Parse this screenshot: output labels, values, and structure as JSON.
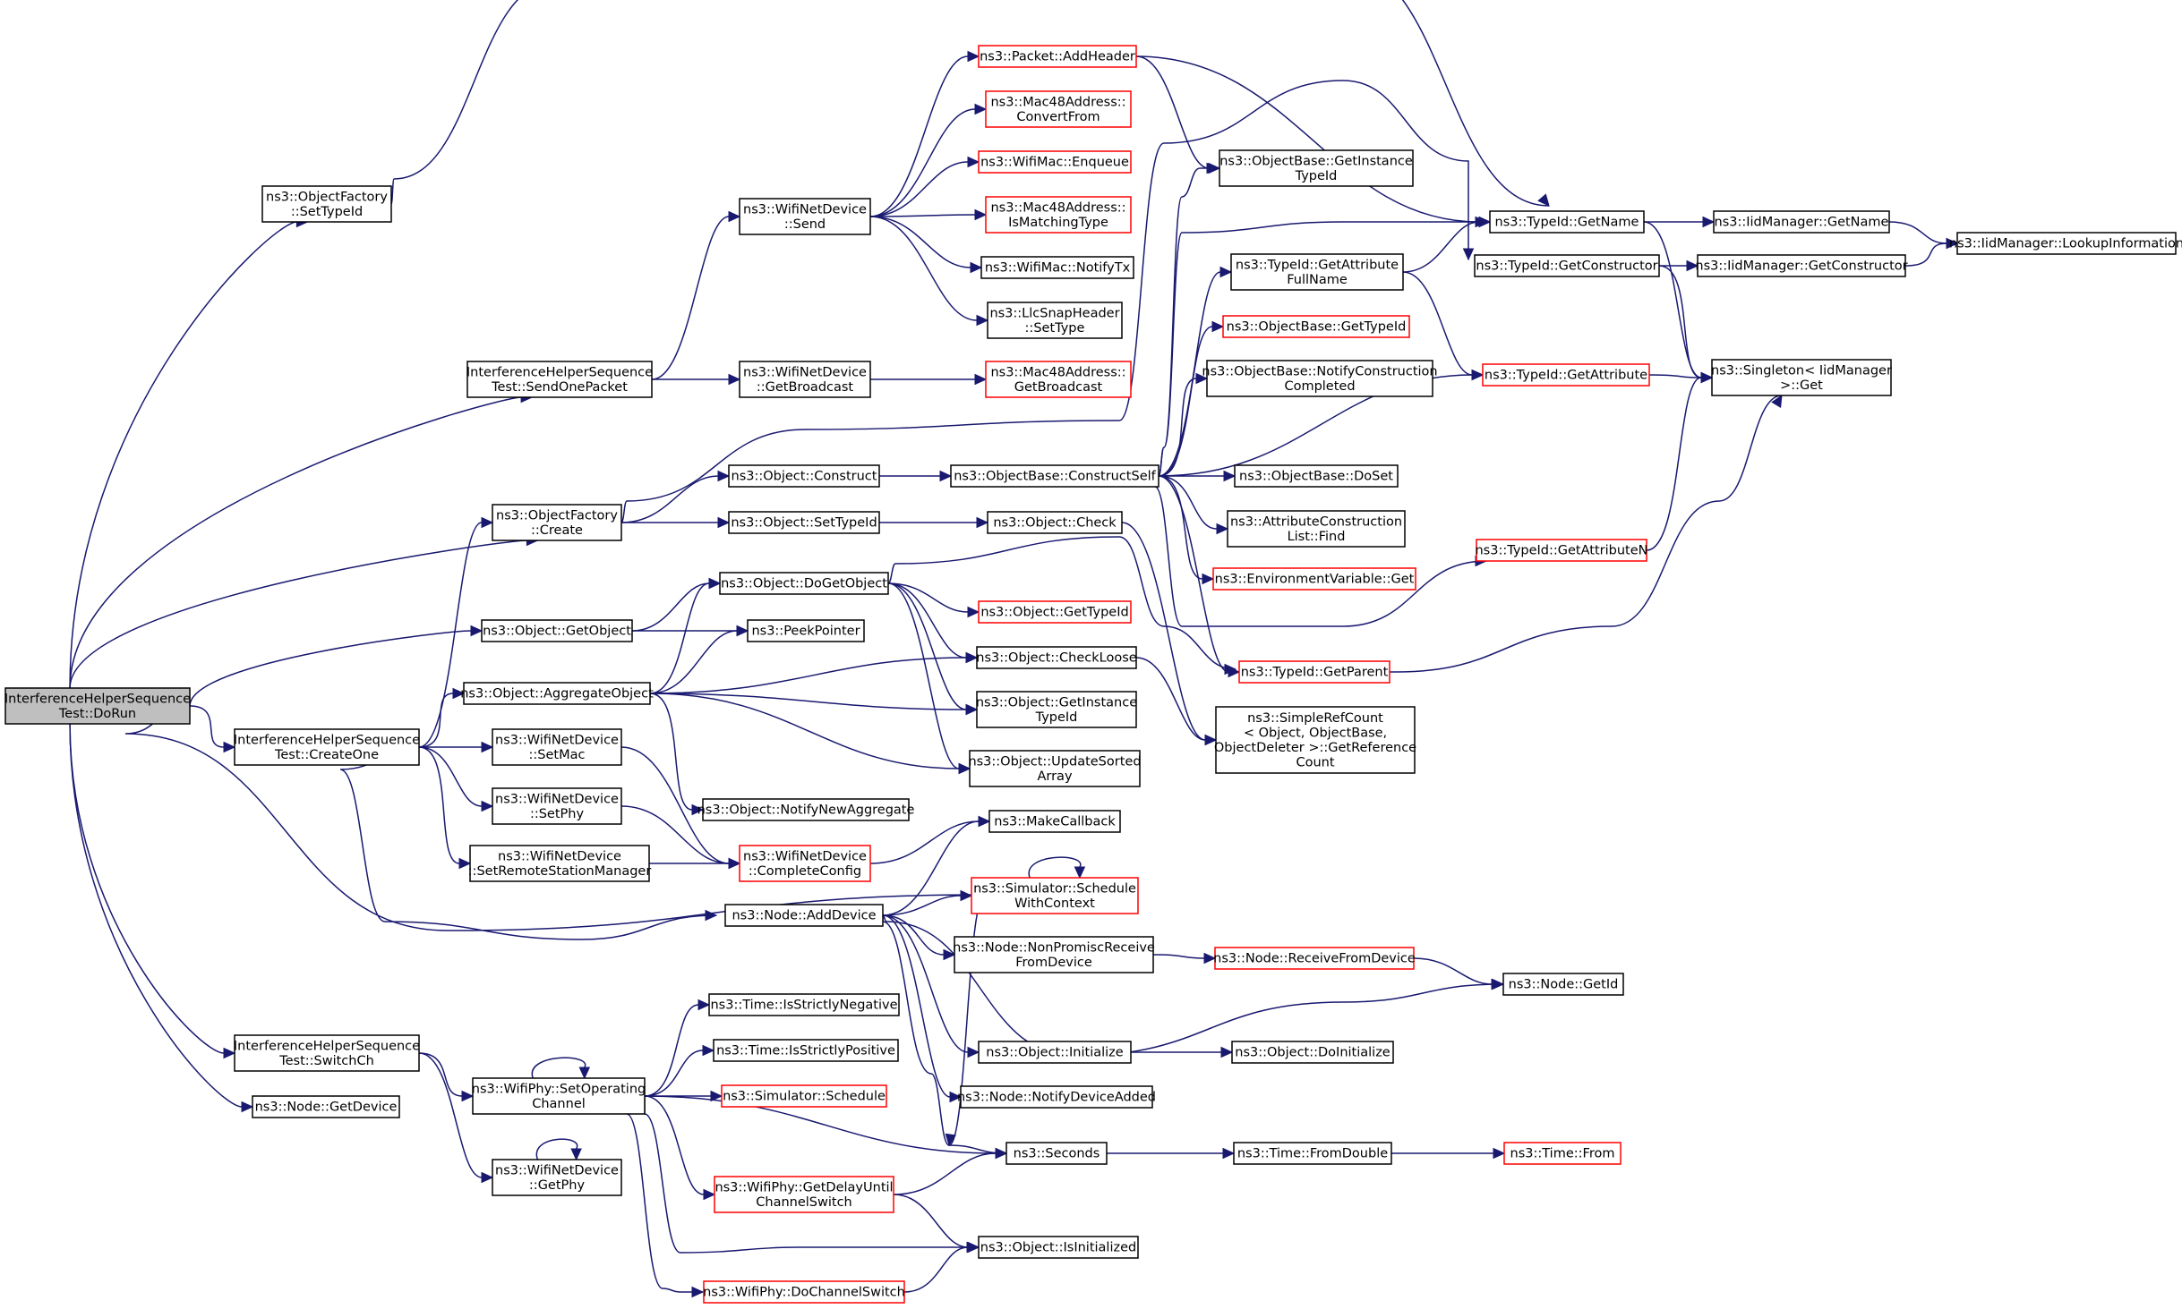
{
  "nodes": [
    {
      "id": "dorun",
      "lines": [
        "InterferenceHelperSequence",
        "Test::DoRun"
      ],
      "style": "root"
    },
    {
      "id": "of_settypeid",
      "lines": [
        "ns3::ObjectFactory",
        "::SetTypeId"
      ],
      "style": "black"
    },
    {
      "id": "ih_sendonepacket",
      "lines": [
        "InterferenceHelperSequence",
        "Test::SendOnePacket"
      ],
      "style": "black"
    },
    {
      "id": "of_create",
      "lines": [
        "ns3::ObjectFactory",
        "::Create"
      ],
      "style": "black"
    },
    {
      "id": "obj_getobject",
      "lines": [
        "ns3::Object::GetObject"
      ],
      "style": "black"
    },
    {
      "id": "ih_createone",
      "lines": [
        "InterferenceHelperSequence",
        "Test::CreateOne"
      ],
      "style": "black"
    },
    {
      "id": "ih_switchch",
      "lines": [
        "InterferenceHelperSequence",
        "Test::SwitchCh"
      ],
      "style": "black"
    },
    {
      "id": "node_getdevice",
      "lines": [
        "ns3::Node::GetDevice"
      ],
      "style": "black"
    },
    {
      "id": "obj_aggregateobject",
      "lines": [
        "ns3::Object::AggregateObject"
      ],
      "style": "black"
    },
    {
      "id": "wnd_setmac",
      "lines": [
        "ns3::WifiNetDevice",
        "::SetMac"
      ],
      "style": "black"
    },
    {
      "id": "wnd_setphy",
      "lines": [
        "ns3::WifiNetDevice",
        "::SetPhy"
      ],
      "style": "black"
    },
    {
      "id": "wnd_setrsm",
      "lines": [
        "ns3::WifiNetDevice",
        "::SetRemoteStationManager"
      ],
      "style": "black"
    },
    {
      "id": "wp_setopch",
      "lines": [
        "ns3::WifiPhy::SetOperating",
        "Channel"
      ],
      "style": "black"
    },
    {
      "id": "wnd_getphy",
      "lines": [
        "ns3::WifiNetDevice",
        "::GetPhy"
      ],
      "style": "black"
    },
    {
      "id": "pkt_addheader",
      "lines": [
        "ns3::Packet::AddHeader"
      ],
      "style": "red"
    },
    {
      "id": "mac48_convertfrom",
      "lines": [
        "ns3::Mac48Address::",
        "ConvertFrom"
      ],
      "style": "red"
    },
    {
      "id": "wm_enqueue",
      "lines": [
        "ns3::WifiMac::Enqueue"
      ],
      "style": "red"
    },
    {
      "id": "wnd_send",
      "lines": [
        "ns3::WifiNetDevice",
        "::Send"
      ],
      "style": "black"
    },
    {
      "id": "mac48_ismatching",
      "lines": [
        "ns3::Mac48Address::",
        "IsMatchingType"
      ],
      "style": "red"
    },
    {
      "id": "wm_notifytx",
      "lines": [
        "ns3::WifiMac::NotifyTx"
      ],
      "style": "black"
    },
    {
      "id": "llc_settype",
      "lines": [
        "ns3::LlcSnapHeader",
        "::SetType"
      ],
      "style": "black"
    },
    {
      "id": "wnd_getbroadcast",
      "lines": [
        "ns3::WifiNetDevice",
        "::GetBroadcast"
      ],
      "style": "black"
    },
    {
      "id": "mac48_getbroadcast",
      "lines": [
        "ns3::Mac48Address::",
        "GetBroadcast"
      ],
      "style": "red"
    },
    {
      "id": "obj_construct",
      "lines": [
        "ns3::Object::Construct"
      ],
      "style": "black"
    },
    {
      "id": "obj_settypeid",
      "lines": [
        "ns3::Object::SetTypeId"
      ],
      "style": "black"
    },
    {
      "id": "obj_dogetobject",
      "lines": [
        "ns3::Object::DoGetObject"
      ],
      "style": "black"
    },
    {
      "id": "peekpointer",
      "lines": [
        "ns3::PeekPointer"
      ],
      "style": "black"
    },
    {
      "id": "obj_notifynewagg",
      "lines": [
        "ns3::Object::NotifyNewAggregate"
      ],
      "style": "black"
    },
    {
      "id": "wnd_completeconfig",
      "lines": [
        "ns3::WifiNetDevice",
        "::CompleteConfig"
      ],
      "style": "red"
    },
    {
      "id": "node_adddevice",
      "lines": [
        "ns3::Node::AddDevice"
      ],
      "style": "black"
    },
    {
      "id": "time_isneg",
      "lines": [
        "ns3::Time::IsStrictlyNegative"
      ],
      "style": "black"
    },
    {
      "id": "time_ispos",
      "lines": [
        "ns3::Time::IsStrictlyPositive"
      ],
      "style": "black"
    },
    {
      "id": "sim_schedule",
      "lines": [
        "ns3::Simulator::Schedule"
      ],
      "style": "red"
    },
    {
      "id": "wp_getdelay",
      "lines": [
        "ns3::WifiPhy::GetDelayUntil",
        "ChannelSwitch"
      ],
      "style": "red"
    },
    {
      "id": "wp_dochannelswitch",
      "lines": [
        "ns3::WifiPhy::DoChannelSwitch"
      ],
      "style": "red"
    },
    {
      "id": "ob_getinstancetypeid",
      "lines": [
        "ns3::ObjectBase::GetInstance",
        "TypeId"
      ],
      "style": "black"
    },
    {
      "id": "ob_constructself",
      "lines": [
        "ns3::ObjectBase::ConstructSelf"
      ],
      "style": "black"
    },
    {
      "id": "obj_check",
      "lines": [
        "ns3::Object::Check"
      ],
      "style": "black"
    },
    {
      "id": "obj_gettypeid",
      "lines": [
        "ns3::Object::GetTypeId"
      ],
      "style": "red"
    },
    {
      "id": "obj_checkloose",
      "lines": [
        "ns3::Object::CheckLoose"
      ],
      "style": "black"
    },
    {
      "id": "obj_getinstancetypeid",
      "lines": [
        "ns3::Object::GetInstance",
        "TypeId"
      ],
      "style": "black"
    },
    {
      "id": "obj_updatesorted",
      "lines": [
        "ns3::Object::UpdateSorted",
        "Array"
      ],
      "style": "black"
    },
    {
      "id": "makecallback",
      "lines": [
        "ns3::MakeCallback"
      ],
      "style": "black"
    },
    {
      "id": "sim_schedulewc",
      "lines": [
        "ns3::Simulator::Schedule",
        "WithContext"
      ],
      "style": "red"
    },
    {
      "id": "node_nonpromisc",
      "lines": [
        "ns3::Node::NonPromiscReceive",
        "FromDevice"
      ],
      "style": "black"
    },
    {
      "id": "obj_initialize",
      "lines": [
        "ns3::Object::Initialize"
      ],
      "style": "black"
    },
    {
      "id": "node_notifydeviceadded",
      "lines": [
        "ns3::Node::NotifyDeviceAdded"
      ],
      "style": "black"
    },
    {
      "id": "seconds",
      "lines": [
        "ns3::Seconds"
      ],
      "style": "black"
    },
    {
      "id": "obj_isinitialized",
      "lines": [
        "ns3::Object::IsInitialized"
      ],
      "style": "black"
    },
    {
      "id": "tid_getattrfullname",
      "lines": [
        "ns3::TypeId::GetAttribute",
        "FullName"
      ],
      "style": "black"
    },
    {
      "id": "ob_gettypeid",
      "lines": [
        "ns3::ObjectBase::GetTypeId"
      ],
      "style": "red"
    },
    {
      "id": "ob_notifyconstruction",
      "lines": [
        "ns3::ObjectBase::NotifyConstruction",
        "Completed"
      ],
      "style": "black"
    },
    {
      "id": "ob_doset",
      "lines": [
        "ns3::ObjectBase::DoSet"
      ],
      "style": "black"
    },
    {
      "id": "acl_find",
      "lines": [
        "ns3::AttributeConstruction",
        "List::Find"
      ],
      "style": "black"
    },
    {
      "id": "env_get",
      "lines": [
        "ns3::EnvironmentVariable::Get"
      ],
      "style": "red"
    },
    {
      "id": "tid_getparent",
      "lines": [
        "ns3::TypeId::GetParent"
      ],
      "style": "red"
    },
    {
      "id": "src_getrefcount",
      "lines": [
        "ns3::SimpleRefCount",
        "< Object, ObjectBase,",
        "ObjectDeleter >::GetReference",
        "Count"
      ],
      "style": "black"
    },
    {
      "id": "node_receivefromdevice",
      "lines": [
        "ns3::Node::ReceiveFromDevice"
      ],
      "style": "red"
    },
    {
      "id": "obj_doinitialize",
      "lines": [
        "ns3::Object::DoInitialize"
      ],
      "style": "black"
    },
    {
      "id": "time_fromdouble",
      "lines": [
        "ns3::Time::FromDouble"
      ],
      "style": "black"
    },
    {
      "id": "tid_getname",
      "lines": [
        "ns3::TypeId::GetName"
      ],
      "style": "black"
    },
    {
      "id": "tid_getconstructor",
      "lines": [
        "ns3::TypeId::GetConstructor"
      ],
      "style": "black"
    },
    {
      "id": "tid_getattribute",
      "lines": [
        "ns3::TypeId::GetAttribute"
      ],
      "style": "red"
    },
    {
      "id": "tid_getattributen",
      "lines": [
        "ns3::TypeId::GetAttributeN"
      ],
      "style": "red"
    },
    {
      "id": "node_getid",
      "lines": [
        "ns3::Node::GetId"
      ],
      "style": "black"
    },
    {
      "id": "time_from",
      "lines": [
        "ns3::Time::From"
      ],
      "style": "red"
    },
    {
      "id": "iid_getname",
      "lines": [
        "ns3::IidManager::GetName"
      ],
      "style": "black"
    },
    {
      "id": "iid_getconstructor",
      "lines": [
        "ns3::IidManager::GetConstructor"
      ],
      "style": "black"
    },
    {
      "id": "singleton_get",
      "lines": [
        "ns3::Singleton< IidManager",
        ">::Get"
      ],
      "style": "black"
    },
    {
      "id": "iid_lookupinfo",
      "lines": [
        "ns3::IidManager::LookupInformation"
      ],
      "style": "black"
    }
  ]
}
